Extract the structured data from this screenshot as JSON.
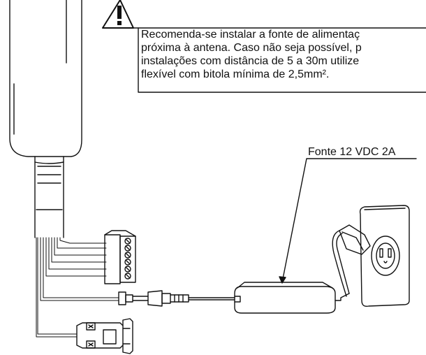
{
  "warning": {
    "icon": "warning-triangle-icon",
    "lines": [
      "Recomenda-se instalar a fonte de alimentaç",
      "próxima à antena. Caso não seja possível, p",
      "instalações com distância de 5 a 30m utilize",
      "flexível com bitola mínima de 2,5mm²."
    ]
  },
  "labels": {
    "power_supply": "Fonte 12 VDC 2A"
  },
  "components": {
    "antenna_box": "antenna-housing",
    "terminal_block": "terminal-block-connector",
    "dc_plug": "dc-barrel-plug",
    "adapter": "power-adapter",
    "outlet": "wall-outlet",
    "db9": "db9-serial-connector"
  }
}
